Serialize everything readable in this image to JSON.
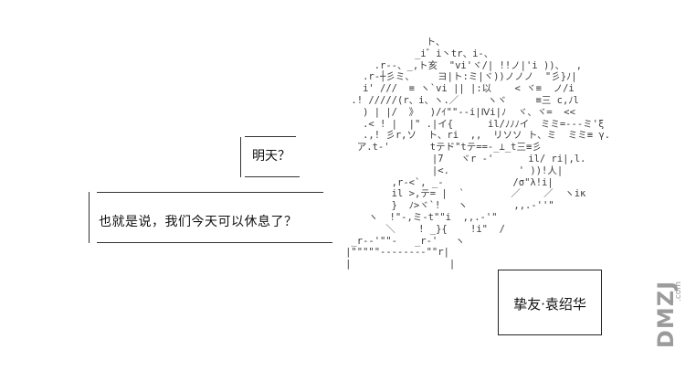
{
  "speech": {
    "small": "明天？",
    "large": "也就是说，我们今天可以休息了？"
  },
  "caption": "挚友·袁绍华",
  "watermark": {
    "main": "DMZJ",
    "sub": ".com"
  },
  "ascii_art": "                                 ト、\n                               _i゛i丶tr、i-、\n                        .r--、_,ト亥  \"vi'ヾ/| !!ノ|'i ))、  ,\n                      .r-┼彡ミ、    ヨ|ト:ミ|ヾ))ノノノ  \"彡}ﾉ|\n                      i' ///  ≡ ヽ`vi || |:以    < ヾ≡  ノ/i\n                    .! /////(r、i、ヽ.／     ヽヾ     ≡三 c,ﾉl\n                      ) | |/  》  )/ｲ\"\"--i|Ⅳi|ﾉ  ヾ、ヾ=  <<\n                      .< ! |  |\" .|イ{      il/ﾉﾉﾉイ  ミミ=---ミ'ξ\n                      .,! 彡r,ソ  ト、ri  ,,  リソソ ト、ミ  ミミ≡ γ.\n                     ア.t-'       tテド\"tテ==-_⊥_t三≡彡\n                                  |7   ヾr -'      il/ ri|,l.\n                                  |<.            ' ))!人|\n                           ,r-<`, _-            /σ\"λ!i|\n                           il >,テ= |  `        ／    ／  ヽiκ\n                           }  ﾉ>ヾ`!   ヽ        ,,.-''\"\n                       ヽ  !\"-,ミ-t\"\"i  ,,.-'\"\n                          ＼    ! _}{    !i\"  /\n                    _r--'\"\"-   _r-'   ヽ\n                   |\"\"\"\"\"--------\"\"r|\n                   |                 |"
}
